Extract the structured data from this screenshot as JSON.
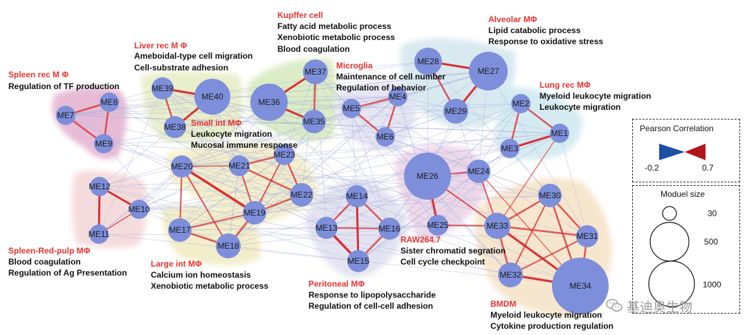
{
  "modules": [
    {
      "id": "ME1",
      "label": "ME1"
    },
    {
      "id": "ME2",
      "label": "ME2"
    },
    {
      "id": "ME3",
      "label": "ME3"
    },
    {
      "id": "ME4",
      "label": "ME4"
    },
    {
      "id": "ME5",
      "label": "ME5"
    },
    {
      "id": "ME6",
      "label": "ME6"
    },
    {
      "id": "ME7",
      "label": "ME7"
    },
    {
      "id": "ME8",
      "label": "ME8"
    },
    {
      "id": "ME9",
      "label": "ME9"
    },
    {
      "id": "ME10",
      "label": "ME10"
    },
    {
      "id": "ME11",
      "label": "ME11"
    },
    {
      "id": "ME12",
      "label": "ME12"
    },
    {
      "id": "ME13",
      "label": "ME13"
    },
    {
      "id": "ME14",
      "label": "ME14"
    },
    {
      "id": "ME15",
      "label": "ME15"
    },
    {
      "id": "ME16",
      "label": "ME16"
    },
    {
      "id": "ME17",
      "label": "ME17"
    },
    {
      "id": "ME18",
      "label": "ME18"
    },
    {
      "id": "ME19",
      "label": "ME19"
    },
    {
      "id": "ME20",
      "label": "ME20"
    },
    {
      "id": "ME21",
      "label": "ME21"
    },
    {
      "id": "ME22",
      "label": "ME22"
    },
    {
      "id": "ME23",
      "label": "ME23"
    },
    {
      "id": "ME24",
      "label": "ME24"
    },
    {
      "id": "ME25",
      "label": "ME25"
    },
    {
      "id": "ME26",
      "label": "ME26"
    },
    {
      "id": "ME27",
      "label": "ME27"
    },
    {
      "id": "ME28",
      "label": "ME28"
    },
    {
      "id": "ME29",
      "label": "ME29"
    },
    {
      "id": "ME30",
      "label": "ME30"
    },
    {
      "id": "ME31",
      "label": "ME31"
    },
    {
      "id": "ME32",
      "label": "ME32"
    },
    {
      "id": "ME33",
      "label": "ME33"
    },
    {
      "id": "ME34",
      "label": "ME34"
    },
    {
      "id": "ME35",
      "label": "ME35"
    },
    {
      "id": "ME36",
      "label": "ME36"
    },
    {
      "id": "ME37",
      "label": "ME37"
    },
    {
      "id": "ME38",
      "label": "ME38"
    },
    {
      "id": "ME39",
      "label": "ME39"
    },
    {
      "id": "ME40",
      "label": "ME40"
    }
  ],
  "groups": [
    {
      "key": "spleen_rec",
      "title": "Spleen rec M Φ",
      "terms": [
        "Regulation of TF production"
      ],
      "color": "#e3b0cf"
    },
    {
      "key": "liver_rec",
      "title": "Liver rec M Φ",
      "terms": [
        "Ameboidal-type cell migration",
        "Cell-substrate adhesion"
      ],
      "color": "#e6ecc2"
    },
    {
      "key": "kupffer",
      "title": "Kupffer cell",
      "terms": [
        "Fatty acid metabolic process",
        "Xenobiotic metabolic process",
        "Blood coagulation"
      ],
      "color": "#d6e9bd"
    },
    {
      "key": "microglia",
      "title": "Microglia",
      "terms": [
        "Maintenance of cell number",
        "Regulation of behavior"
      ],
      "color": "#e2e2f2"
    },
    {
      "key": "alveolar",
      "title": "Alveolar MΦ",
      "terms": [
        "Lipid catabolic process",
        "Response to oxidative stress"
      ],
      "color": "#d3e6ee"
    },
    {
      "key": "lung_rec",
      "title": "Lung rec MΦ",
      "terms": [
        "Myeloid leukocyte migration",
        "Leukocyte migration"
      ],
      "color": "#cfe8ef"
    },
    {
      "key": "small_int",
      "title": "Small int MΦ",
      "terms": [
        "Leukocyte migration",
        "Mucosal immune response"
      ],
      "color": "#f3ecc4"
    },
    {
      "key": "spleen_red_pulp",
      "title": "Spleen-Red-pulp MΦ",
      "terms": [
        "Blood coagulation",
        "Regulation of Ag Presentation"
      ],
      "color": "#f4d7d7"
    },
    {
      "key": "large_int",
      "title": "Large int MΦ",
      "terms": [
        "Calcium ion homeostasis",
        "Xenobiotic metabolic process"
      ],
      "color": "#f1ebc0"
    },
    {
      "key": "peritoneal",
      "title": "Peritoneal MΦ",
      "terms": [
        "Response to lipopolysaccharide",
        "Regulation of cell-cell adhesion"
      ],
      "color": "#e0e0ef"
    },
    {
      "key": "raw264",
      "title": "RAW264.7",
      "terms": [
        "Sister chromatid segration",
        "Cell cycle checkpoint"
      ],
      "color": "#ebd2e6"
    },
    {
      "key": "bmdm",
      "title": "BMDM",
      "terms": [
        "Myeloid leukocyte migration",
        "Cytokine production regulation"
      ],
      "color": "#f6e2c6"
    }
  ],
  "legend": {
    "correlation": {
      "title": "Pearson  Correlation",
      "min_label": "-0.2",
      "max_label": "0.7",
      "min_color": "#1c4fa6",
      "max_color": "#b3151c"
    },
    "size": {
      "title": "Moduel size",
      "items": [
        {
          "label": "30"
        },
        {
          "label": "500"
        },
        {
          "label": "1000"
        }
      ]
    }
  },
  "watermark": "基迪奥生物",
  "colors": {
    "node_fill": "#7d8fdb",
    "edge_positive": "#d9262a",
    "edge_weak": "#aab4dc"
  }
}
